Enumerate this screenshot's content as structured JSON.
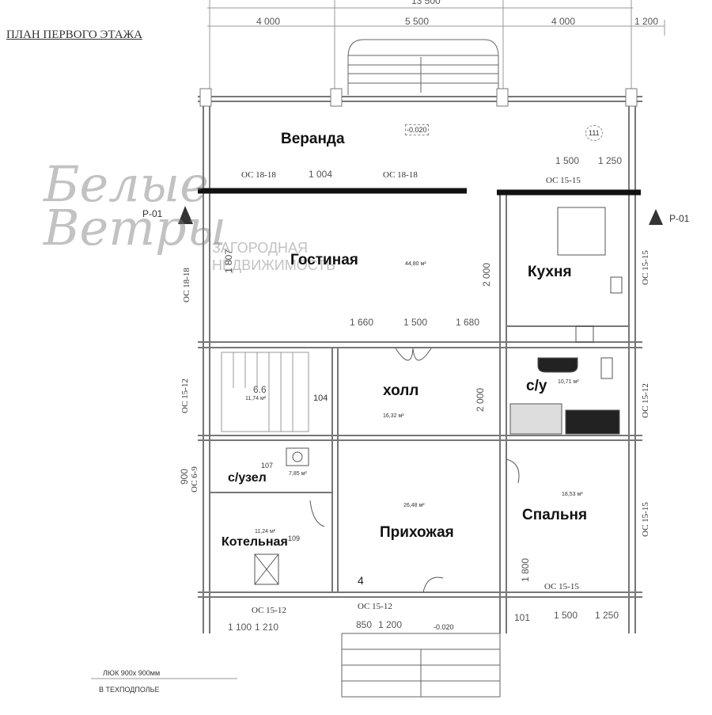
{
  "title": "ПЛАН ПЕРВОГО ЭТАЖА",
  "watermark": {
    "brand": "Белые Ветры",
    "line1": "ЗАГОРОДНАЯ",
    "line2": "НЕДВИЖИМОСТЬ"
  },
  "dimensions_top": {
    "total": "13 500",
    "segments": [
      "4 000",
      "5 500",
      "4 000",
      "1 200"
    ]
  },
  "rooms": [
    {
      "name": "Веранда",
      "number": "111",
      "level": "-0.020"
    },
    {
      "name": "Гостиная",
      "area": "44,80 м²"
    },
    {
      "name": "Кухня"
    },
    {
      "name": "холл",
      "area": "16,32 м²"
    },
    {
      "name": "с/у",
      "area": "10,71 м²"
    },
    {
      "name": "с/узел",
      "number": "107",
      "area": "7,85 м²"
    },
    {
      "name": "Котельная",
      "number": "109",
      "area": "11,24 м²"
    },
    {
      "name": "Прихожая",
      "area": "26,48 м²"
    },
    {
      "name": "Спальня",
      "area": "18,53 м²"
    },
    {
      "name": "",
      "number": "104",
      "area": "11,74 м²",
      "mark": "6.6"
    }
  ],
  "dims": [
    "1 004",
    "1 500",
    "1 250",
    "1 807",
    "2 000",
    "1 660",
    "1 500",
    "1 680",
    "2 000",
    "1 800",
    "900",
    "101",
    "1 500",
    "1 250",
    "850",
    "1 200",
    "-0.020",
    "4",
    "1 100",
    "1 210"
  ],
  "axes": [
    "ОС 18-18",
    "ОС 18-18",
    "ОС 15-15",
    "ОС 18-18",
    "ОС 15-15",
    "ОС 15-12",
    "ОС 15-12",
    "ОС 6-9",
    "ОС 15-15",
    "ОС 15-12",
    "ОС 15-12",
    "ОС 15-15"
  ],
  "section_marks": [
    "Р-01",
    "Р-01"
  ],
  "notes": {
    "hatch_line1": "ЛЮК 900х 900мм",
    "hatch_line2": "В ТЕХПОДПОЛЬЕ"
  }
}
